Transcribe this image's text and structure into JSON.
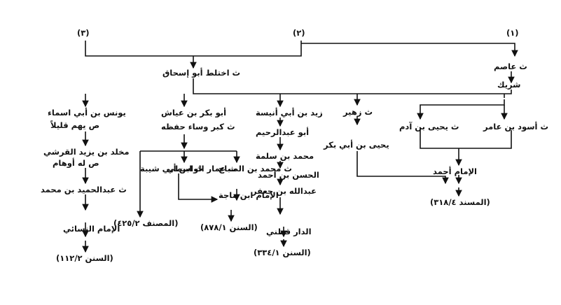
{
  "nodes": {
    "n1": "(١)",
    "n2": "(٢)",
    "n3": "(٣)",
    "asim": "ث عاصم",
    "sharik": "شريك",
    "abu_ishaq": "ث اختلط أبو إسحاق",
    "yunus": "يونس بن أبي اسماء",
    "yunus_note": "ص يهم قليلاً",
    "abu_bakr": "أبو بكر بن عياش",
    "abu_bakr_note": "ث كبر وساء حفظه",
    "zayd": "زيد بن أبي أنيسة",
    "zuhayr": "ث زهير",
    "yahya_adam": "ث يحيى بن آدم",
    "aswad": "ث أسود بن عامر",
    "abu_abd_rahim": "أبو عبدالرحيم",
    "yahya_abi_bakr": "يحيى بن أبي بكر",
    "mukhallad": "مخلد بن يزيد القرشي",
    "mukhallad_note": "ص له أوهام",
    "ibn_abi_shayba": "ث ابن أبي شيبة",
    "ammar": "ث عمار الواسطي",
    "muhammad_sabbah": "ث محمد بن الصباح",
    "muhammad_salama": "محمد بن سلمة",
    "hasan_ahmad": "الحسن بن أحمد",
    "abdullah_jafar": "عبدالله بن جعفر",
    "imam_ahmad": "الإمام أحمد",
    "musnad": "(المسند ٣١٨/٤)",
    "abd_hamid": "ث عبدالحميد بن محمد",
    "ibn_majah": "الإمام ابن ماجة",
    "musannaf": "(المصنف ٤٢٥/٢)",
    "sunan_ibn_majah": "(السنن ٨٧٨/١)",
    "daraqutni": "الدار قطني",
    "sunan_daraqutni": "(السنن ٣٣٤/١)",
    "nasai": "الإمام النسائي",
    "sunan_nasai": "(السنن ١١٢/٢)"
  }
}
